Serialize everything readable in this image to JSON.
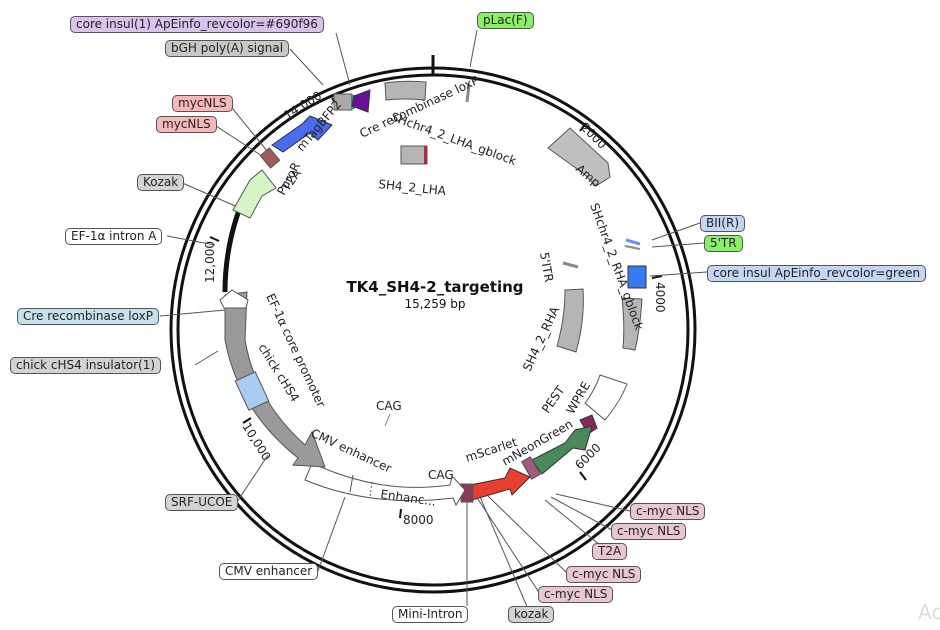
{
  "title": "TK4_SH4-2_targeting",
  "size_text": "15,259 bp",
  "watermark": "Ac",
  "ticks": [
    "2000",
    "4000",
    "6000",
    "8000",
    "10,000",
    "12,000",
    "14,000"
  ],
  "external_labels": [
    {
      "text": "core insul(1) ApEinfo_revcolor=#690f96",
      "color": "#d9c3ec"
    },
    {
      "text": "bGH poly(A) signal",
      "color": "#c8c8c8"
    },
    {
      "text": "mycNLS",
      "color": "#f6b8b8"
    },
    {
      "text": "mycNLS",
      "color": "#f6b8b8"
    },
    {
      "text": "Kozak",
      "color": "#d3d3d3"
    },
    {
      "text": "EF-1α intron A",
      "color": "#ffffff"
    },
    {
      "text": "Cre recombinase loxP",
      "color": "#c6e2ea"
    },
    {
      "text": "chick cHS4 insulator(1)",
      "color": "#d3d3d3"
    },
    {
      "text": "SRF-UCOE",
      "color": "#d3d3d3"
    },
    {
      "text": "CMV enhancer",
      "color": "#ffffff"
    },
    {
      "text": "Mini-Intron",
      "color": "#ffffff"
    },
    {
      "text": "kozak",
      "color": "#d3d3d3"
    },
    {
      "text": "c-myc NLS",
      "color": "#e8c6d4"
    },
    {
      "text": "c-myc NLS",
      "color": "#e8c6d4"
    },
    {
      "text": "T2A",
      "color": "#e8c6d4"
    },
    {
      "text": "c-myc NLS",
      "color": "#e8c6d4"
    },
    {
      "text": "c-myc NLS",
      "color": "#e8c6d4"
    },
    {
      "text": "pLac(F)",
      "color": "#8af06a"
    },
    {
      "text": "BII(R)",
      "color": "#c5d6f5"
    },
    {
      "text": "5'TR",
      "color": "#8af06a"
    },
    {
      "text": "core insul ApEinfo_revcolor=green",
      "color": "#c5d6f5"
    }
  ],
  "inner_labels": [
    "SHchr4_2_LHA_gblock",
    "Cre recombinase loxP",
    "SH4_2_LHA",
    "mTagBFP2",
    "PuroR",
    "T2A",
    "Amp",
    "SHchr4_2_RHA_gblock",
    "5'ITR",
    "SH4_2_RHA",
    "EF-1α core promoter",
    "chick cHS4",
    "CAG",
    "CMV enhancer",
    "Enhanc...",
    "CAG",
    "mScarlet",
    "mNeonGreen",
    "PEST",
    "WPRE"
  ]
}
